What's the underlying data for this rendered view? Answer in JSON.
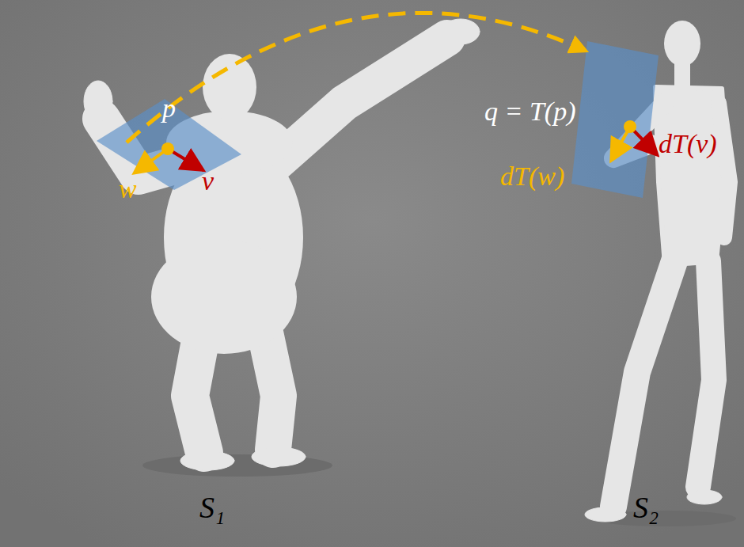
{
  "diagram": {
    "labels": [
      "p",
      "w",
      "v",
      "q = T(p)",
      "dT(v)",
      "dT(w)",
      "S₁",
      "S₂"
    ]
  }
}
